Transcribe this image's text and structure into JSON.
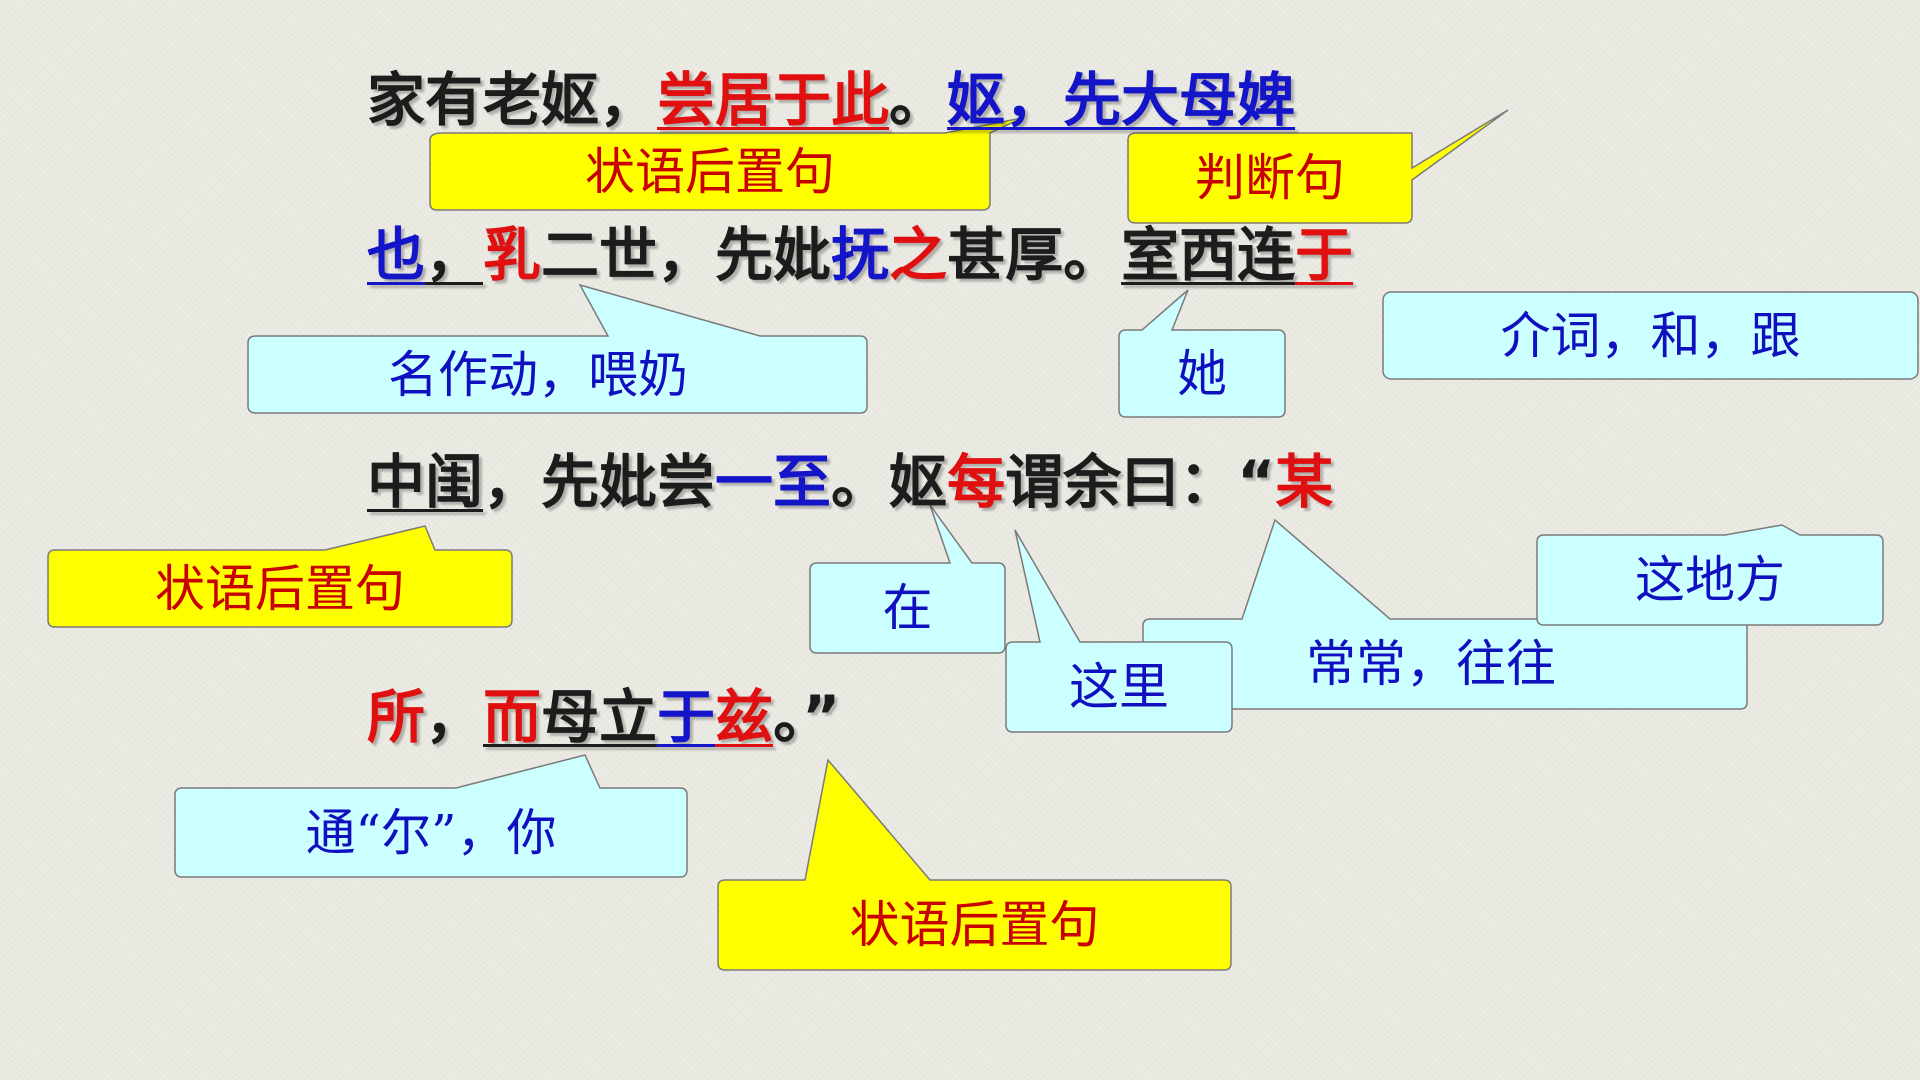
{
  "passage": {
    "line1": {
      "s1": "家有老妪，",
      "s2": "尝居于此",
      "s3": "。",
      "s4": "妪，先大母婢"
    },
    "line2": {
      "s1": "也",
      "s2": "，",
      "s3": "乳",
      "s4": "二世，先妣",
      "s5": "抚",
      "s6": "之",
      "s7": "甚厚。",
      "s8": "室西连",
      "s9": "于"
    },
    "line3": {
      "s1": "中闺",
      "s2": "，先妣尝",
      "s3": "一至",
      "s4": "。妪",
      "s5": "每",
      "s6": "谓余曰：“",
      "s7": "某"
    },
    "line4": {
      "s1": "所",
      "s2": "，",
      "s3": "而",
      "s4": "母立",
      "s5": "于",
      "s6": "兹",
      "s7": "。”"
    }
  },
  "annotations": {
    "a1": "状语后置句",
    "a2": "判断句",
    "a3": "名作动，喂奶",
    "a4": "她",
    "a5": "介词，和，跟",
    "a6": "状语后置句",
    "a7": "在",
    "a8": "这里",
    "a9": "常常，往往",
    "a10": "这地方",
    "a11": "通“尔”，你",
    "a12": "状语后置句"
  },
  "colors": {
    "grammar_callout_fill": "#ffff00",
    "meaning_callout_fill": "#ccffff",
    "emphasis_red": "#e01010",
    "emphasis_blue": "#1414c8"
  }
}
